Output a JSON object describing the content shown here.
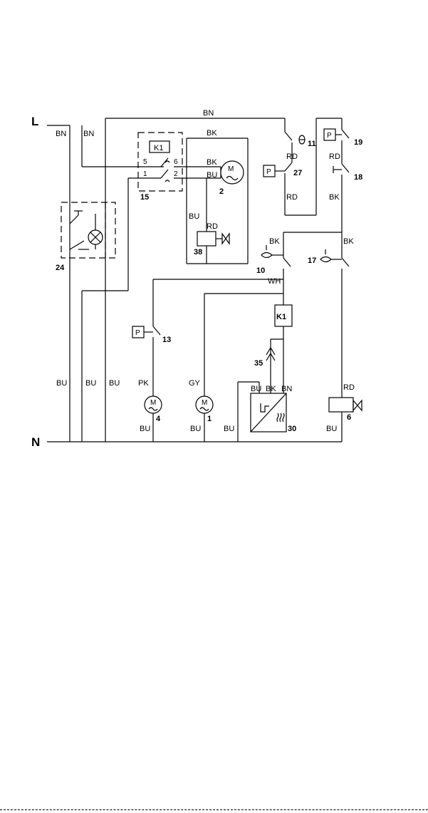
{
  "terminals": {
    "line": "L",
    "neutral": "N"
  },
  "wires": {
    "top_bn": "BN",
    "left_bn_1": "BN",
    "left_bn_2": "BN",
    "motor2_bk_top": "BK",
    "motor2_bk": "BK",
    "motor2_bu": "BU",
    "valve38_bu": "BU",
    "valve38_rd": "RD",
    "therm11_rd": "RD",
    "p27_rd": "RD",
    "p19_rd": "RD",
    "sw18_bk": "BK",
    "sw10_bk": "BK",
    "sw17_bk": "BK",
    "sw10_wh": "WH",
    "bottom_bu_1": "BU",
    "bottom_bu_2": "BU",
    "bottom_bu_3": "BU",
    "m4_pk": "PK",
    "m4_bu": "BU",
    "m1_gy": "GY",
    "m1_bu": "BU",
    "c30_bu_low": "BU",
    "c30_bu": "BU",
    "c30_bk": "BK",
    "c30_bn": "BN",
    "v6_rd": "RD",
    "v6_bu": "BU"
  },
  "components": {
    "relay_k1_top": "K1",
    "relay_k1": "K1",
    "contact_5": "5",
    "contact_6": "6",
    "contact_1": "1",
    "contact_2": "2",
    "pressure_p": "P",
    "motor_m": "M"
  },
  "labels": {
    "c15": "15",
    "c2": "2",
    "c38": "38",
    "c24": "24",
    "c11": "11",
    "c27": "27",
    "c19": "19",
    "c18": "18",
    "c10": "10",
    "c17": "17",
    "c13": "13",
    "c4": "4",
    "c1": "1",
    "c35": "35",
    "c30": "30",
    "c6": "6"
  }
}
